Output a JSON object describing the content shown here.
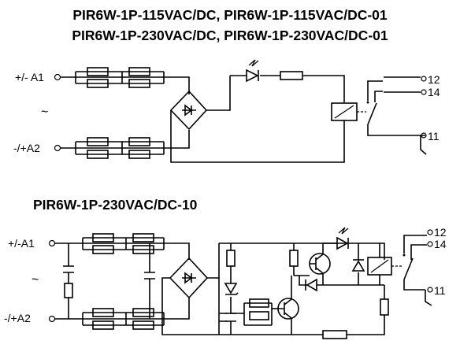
{
  "titles": {
    "line1": "PIR6W-1P-115VAC/DC, PIR6W-1P-115VAC/DC-01",
    "line2": "PIR6W-1P-230VAC/DC, PIR6W-1P-230VAC/DC-01",
    "line3": "PIR6W-1P-230VAC/DC-10"
  },
  "diagram1": {
    "terminal_a1": "+/- A1",
    "terminal_a2": "-/+A2",
    "tilde": "~",
    "contact_12": "12",
    "contact_14": "14",
    "contact_11": "11"
  },
  "diagram2": {
    "terminal_a1": "+/-A1",
    "terminal_a2": "-/+A2",
    "tilde": "~",
    "contact_12": "12",
    "contact_14": "14",
    "contact_11": "11"
  }
}
